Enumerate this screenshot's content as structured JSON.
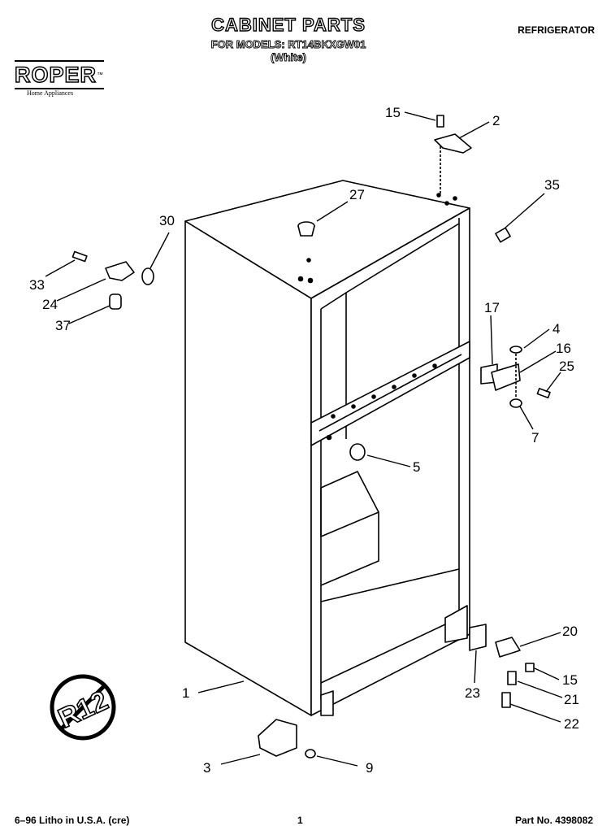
{
  "header": {
    "title": "CABINET PARTS",
    "subtitle": "FOR MODELS: RT14BKXGW01",
    "variant": "(White)",
    "category": "REFRIGERATOR"
  },
  "brand": {
    "name": "ROPER",
    "trademark": "™",
    "tagline": "Home Appliances"
  },
  "callouts": {
    "c1": "1",
    "c2": "2",
    "c3": "3",
    "c4": "4",
    "c5": "5",
    "c7": "7",
    "c9": "9",
    "c15a": "15",
    "c15b": "15",
    "c16": "16",
    "c17": "17",
    "c20": "20",
    "c21": "21",
    "c22": "22",
    "c23": "23",
    "c24": "24",
    "c25": "25",
    "c27": "27",
    "c30": "30",
    "c33": "33",
    "c35": "35",
    "c37": "37"
  },
  "badge": {
    "text": "R12"
  },
  "footer": {
    "left": "6–96 Litho in U.S.A. (cre)",
    "page": "1",
    "part_no": "Part No. 4398082"
  }
}
